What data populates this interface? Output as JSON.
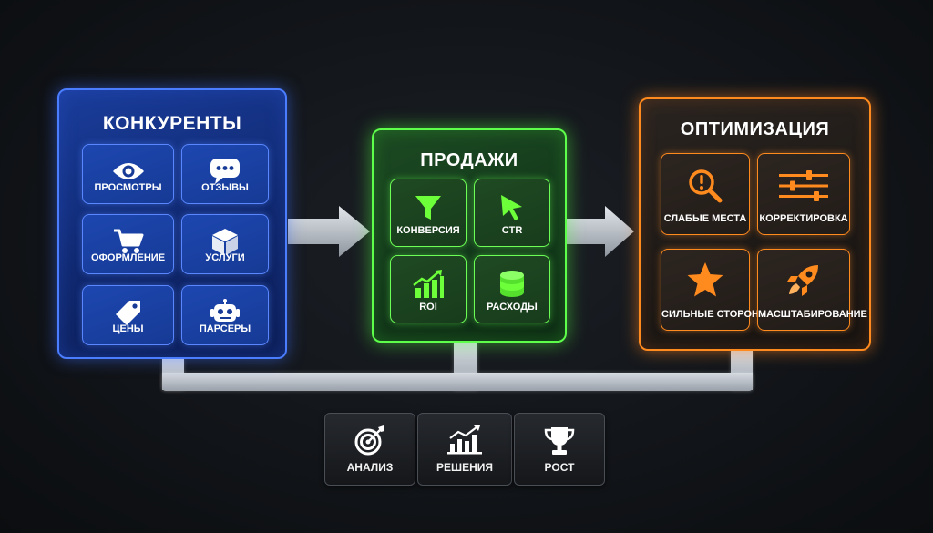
{
  "competitors": {
    "title": "КОНКУРЕНТЫ",
    "items": [
      {
        "label": "ПРОСМОТРЫ",
        "icon": "eye-icon"
      },
      {
        "label": "ОТЗЫВЫ",
        "icon": "chat-bubble-icon"
      },
      {
        "label": "ОФОРМЛЕНИЕ",
        "icon": "shopping-cart-icon"
      },
      {
        "label": "УСЛУГИ",
        "icon": "box-icon"
      },
      {
        "label": "ЦЕНЫ",
        "icon": "price-tag-icon"
      },
      {
        "label": "ПАРСЕРЫ",
        "icon": "robot-icon"
      }
    ]
  },
  "sales": {
    "title": "ПРОДАЖИ",
    "items": [
      {
        "label": "КОНВЕРСИЯ",
        "icon": "funnel-icon"
      },
      {
        "label": "CTR",
        "icon": "cursor-icon"
      },
      {
        "label": "ROI",
        "icon": "growth-chart-icon"
      },
      {
        "label": "РАСХОДЫ",
        "icon": "coin-stack-icon"
      }
    ]
  },
  "optimization": {
    "title": "ОПТИМИЗАЦИЯ",
    "items": [
      {
        "label": "СЛАБЫЕ МЕСТА",
        "icon": "magnifier-warning-icon"
      },
      {
        "label": "КОРРЕКТИРОВКА",
        "icon": "sliders-icon"
      },
      {
        "label": "СИЛЬНЫЕ СТОРОНЫ",
        "icon": "star-icon"
      },
      {
        "label": "МАСШТАБИРОВАНИЕ",
        "icon": "rocket-icon"
      }
    ]
  },
  "bottom": {
    "items": [
      {
        "label": "АНАЛИЗ",
        "icon": "target-icon"
      },
      {
        "label": "РЕШЕНИЯ",
        "icon": "bar-chart-icon"
      },
      {
        "label": "РОСТ",
        "icon": "trophy-icon"
      }
    ]
  },
  "colors": {
    "blue": "#4a7dff",
    "green": "#5dff4a",
    "orange": "#ff8a1e"
  }
}
